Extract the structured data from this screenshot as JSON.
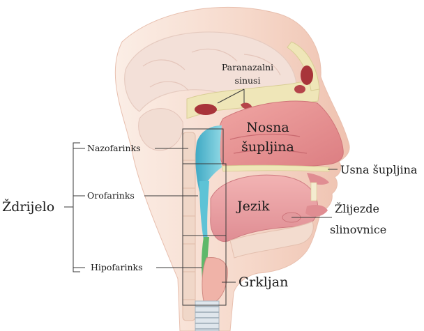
{
  "labels": {
    "paranasal_line1": "Paranazalni",
    "paranasal_line2": "sinusi",
    "nasal_line1": "Nosna",
    "nasal_line2": "šupljina",
    "nasopharynx": "Nazofarinks",
    "oral_cavity": "Usna šupljina",
    "pharynx": "Ždrijelo",
    "oropharynx": "Orofarinks",
    "tongue": "Jezik",
    "salivary_line1": "Žlijezde",
    "salivary_line2": "slinovnice",
    "hypopharynx": "Hipofarinks",
    "larynx": "Grkljan"
  },
  "colors": {
    "skin": "#f4d4c4",
    "skin_dark": "#e3a898",
    "airway_blue": "#5ec3d6",
    "nasal_pink": "#e88f92",
    "tongue_pink": "#e7969a",
    "sinus_red": "#a8343a",
    "bone": "#efe6b8",
    "green": "#5fb86a"
  }
}
